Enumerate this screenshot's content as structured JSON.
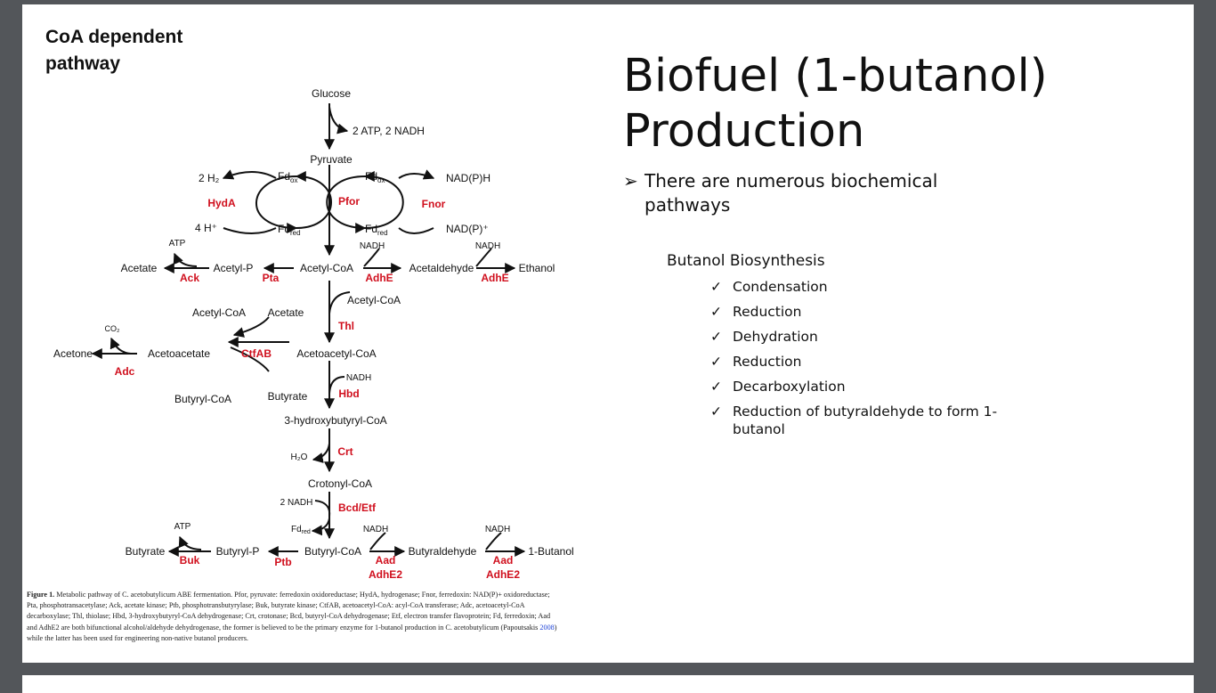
{
  "slide": {
    "pathway_heading": [
      "CoA dependent",
      "pathway"
    ],
    "title_lines": [
      "Biofuel (1-butanol)",
      "Production"
    ],
    "bullet_marker": "➢",
    "bullet_text": "There are numerous biochemical pathways",
    "subheading": "Butanol Biosynthesis",
    "check_marker": "✓",
    "steps": [
      "Condensation",
      "Reduction",
      "Dehydration",
      "Reduction",
      "Decarboxylation",
      "Reduction of  butyraldehyde to form 1-butanol"
    ]
  },
  "diagram": {
    "metabolites": {
      "glucose": "Glucose",
      "atp_nadh": "2 ATP, 2 NADH",
      "pyruvate": "Pyruvate",
      "h2": "2 H₂",
      "h_plus": "4 H⁺",
      "fd_ox_left": "Fd",
      "fd_ox_left_sub": "ox",
      "fd_red_left": "Fd",
      "fd_red_left_sub": "red",
      "fd_ox_right": "Fd",
      "fd_ox_right_sub": "ox",
      "fd_red_right": "Fd",
      "fd_red_right_sub": "red",
      "nadph": "NAD(P)H",
      "nadp": "NAD(P)⁺",
      "atp_acetate": "ATP",
      "acetate": "Acetate",
      "acetyl_p": "Acetyl-P",
      "acetyl_coa": "Acetyl-CoA",
      "nadh_adhe1": "NADH",
      "acetaldehyde": "Acetaldehyde",
      "nadh_adhe2": "NADH",
      "ethanol": "Ethanol",
      "acetyl_coa_side": "Acetyl-CoA",
      "acetyl_coa_ctf": "Acetyl-CoA",
      "acetate_ctf": "Acetate",
      "co2": "CO₂",
      "acetone": "Acetone",
      "acetoacetate": "Acetoacetate",
      "acetoacetyl_coa": "Acetoacetyl-CoA",
      "butyryl_coa_ctf": "Butyryl-CoA",
      "butyrate_ctf": "Butyrate",
      "nadh_hbd": "NADH",
      "hydroxybutyryl": "3-hydroxybutyryl-CoA",
      "h2o": "H₂O",
      "crotonyl": "Crotonyl-CoA",
      "nadh_bcd": "2 NADH",
      "fd_red_bcd": "Fd",
      "fd_red_bcd_sub": "red",
      "atp_buk": "ATP",
      "butyrate": "Butyrate",
      "butyryl_p": "Butyryl-P",
      "butyryl_coa": "Butyryl-CoA",
      "nadh_aad1": "NADH",
      "butyraldehyde": "Butyraldehyde",
      "nadh_aad2": "NADH",
      "butanol": "1-Butanol"
    },
    "enzymes": {
      "hyda": "HydA",
      "pfor": "Pfor",
      "fnor": "Fnor",
      "ack": "Ack",
      "pta": "Pta",
      "adhe1": "AdhE",
      "adhe2": "AdhE",
      "thl": "Thl",
      "ctfab": "CtfAB",
      "adc": "Adc",
      "hbd": "Hbd",
      "crt": "Crt",
      "bcd": "Bcd/Etf",
      "buk": "Buk",
      "ptb": "Ptb",
      "aad1": "Aad",
      "adhe2_1": "AdhE2",
      "aad2": "Aad",
      "adhe2_2": "AdhE2"
    },
    "caption": {
      "label": "Figure 1.",
      "text": "Metabolic pathway of C. acetobutylicum ABE fermentation. Pfor, pyruvate: ferredoxin oxidoreductase; HydA, hydrogenase; Fnor, ferredoxin: NAD(P)+ oxidoreductase; Pta, phosphotransacetylase; Ack, acetate kinase; Ptb, phosphotransbutyrylase; Buk, butyrate kinase; CtfAB, acetoacetyl-CoA: acyl-CoA transferase; Adc, acetoacetyl-CoA decarboxylase; Thl, thiolase; Hbd, 3-hydroxybutyryl-CoA dehydrogenase; Crt, crotonase; Bcd, butyryl-CoA dehydrogenase; Etf, electron transfer flavoprotein; Fd, ferredoxin; Aad and AdhE2 are both bifunctional alcohol/aldehyde dehydrogenase, the former is believed to be the primary enzyme for 1-butanol production in C. acetobutylicum (Papoutsakis",
      "ref": "2008",
      "tail": ") while the latter has been used for engineering non-native butanol producers."
    }
  }
}
